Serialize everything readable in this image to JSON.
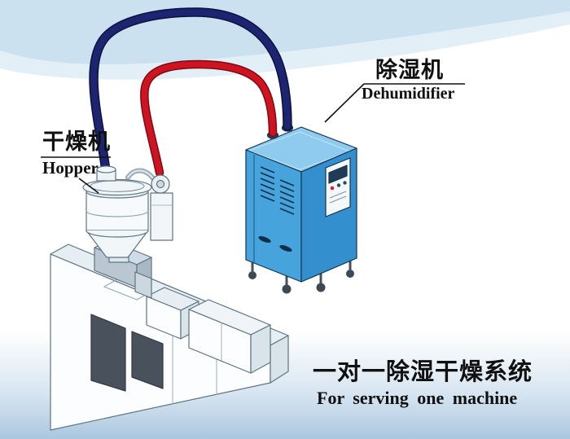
{
  "labels": {
    "dryer_cn": "干燥机",
    "dryer_en": "Hopper",
    "dehumidifier_cn": "除湿机",
    "dehumidifier_en": "Dehumidifier",
    "caption_cn": "一对一除湿干燥系统",
    "caption_en": "For serving one machine"
  },
  "colors": {
    "pipe_dry_air": "#1d2470",
    "pipe_return_air": "#cd1420",
    "dehumidifier_body": "#46a3dc",
    "label_text": "#101010"
  }
}
